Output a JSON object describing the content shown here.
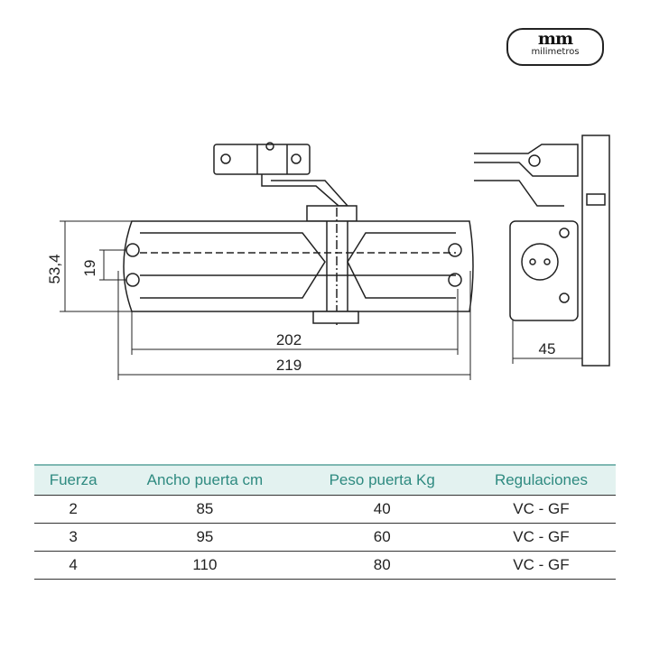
{
  "logo": {
    "mark": "mm",
    "text": "milimetros"
  },
  "dimensions": {
    "height": "53,4",
    "screw_spacing": "19",
    "inner_length": "202",
    "total_length": "219",
    "depth": "45"
  },
  "table": {
    "headers": [
      "Fuerza",
      "Ancho puerta cm",
      "Peso puerta Kg",
      "Regulaciones"
    ],
    "rows": [
      [
        "2",
        "85",
        "40",
        "VC - GF"
      ],
      [
        "3",
        "95",
        "60",
        "VC - GF"
      ],
      [
        "4",
        "110",
        "80",
        "VC - GF"
      ]
    ]
  }
}
